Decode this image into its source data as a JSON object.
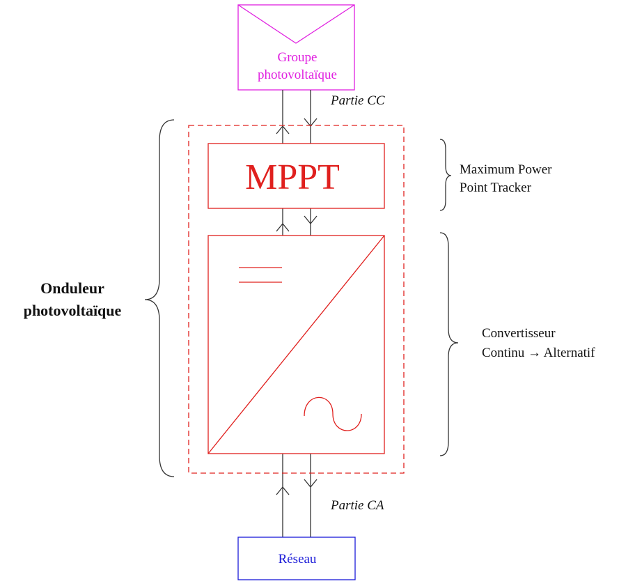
{
  "pv_array": {
    "line1": "Groupe",
    "line2": "photovoltaïque"
  },
  "dc_side": "Partie CC",
  "ac_side": "Partie CA",
  "mppt": {
    "label": "MPPT"
  },
  "mppt_desc": {
    "line1": "Maximum Power",
    "line2": "Point Tracker"
  },
  "inverter": {
    "line1": "Onduleur",
    "line2": "photovoltaïque"
  },
  "converter_desc": {
    "line1": "Convertisseur",
    "line2": "Continu → Alternatif"
  },
  "grid": {
    "label": "Réseau"
  },
  "colors": {
    "pv": "#e020e0",
    "red": "#e0201e",
    "grid": "#1a1ad8",
    "line": "#333333",
    "text": "#111111"
  }
}
